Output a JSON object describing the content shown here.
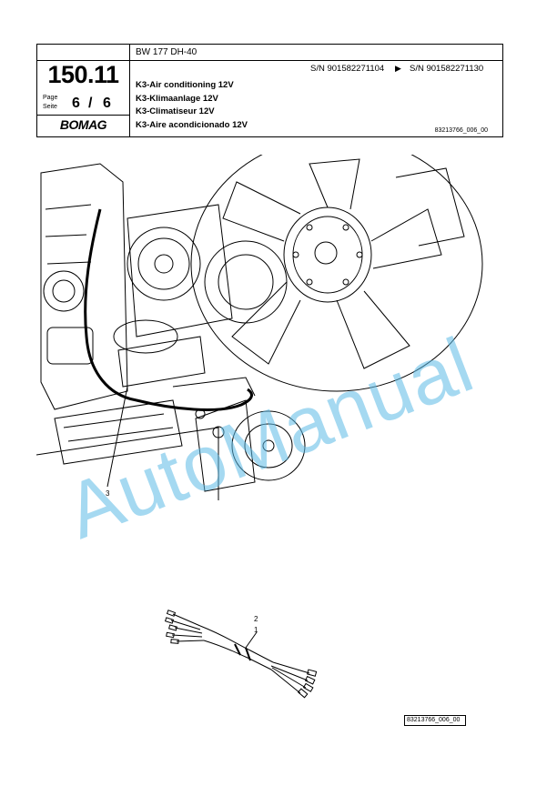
{
  "header": {
    "model": "BW 177 DH-40",
    "page_number": "150.11",
    "page_label": "Page",
    "seite_label": "Seite",
    "page_current": "6",
    "page_sep": "/",
    "page_total": "6",
    "logo": "BOMAG",
    "sn_from": "S/N 901582271104",
    "sn_arrow": "▶",
    "sn_to": "S/N 901582271130",
    "titles": [
      "K3-Air conditioning 12V",
      "K3-Klimaanlage 12V",
      "K3-Climatiseur 12V",
      "K3-Aire acondicionado 12V"
    ],
    "doc_ref": "83213766_006_00"
  },
  "figure": {
    "callout_engine": "3",
    "callout_cable_2": "2",
    "callout_cable_1": "1"
  },
  "footer": {
    "doc_ref": "83213766_006_00"
  },
  "watermark": {
    "text": "AutoManual",
    "color": "#5dbbe6"
  }
}
